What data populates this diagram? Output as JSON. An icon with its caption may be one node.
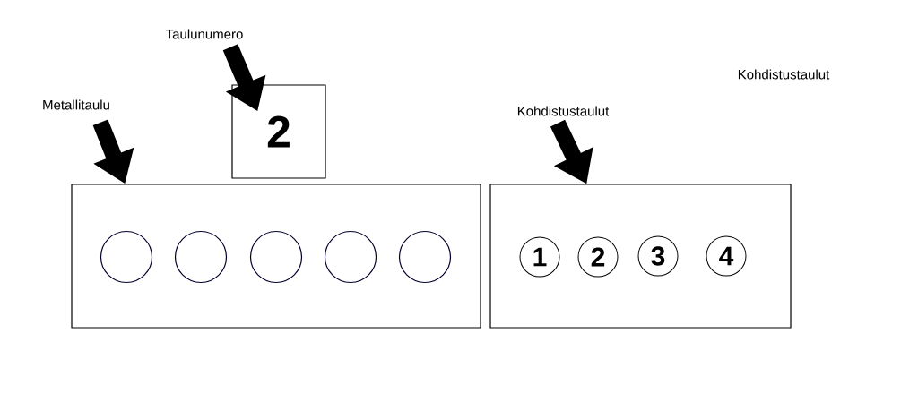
{
  "diagram": {
    "nodes": [
      {
        "text": [
          "Metallitaulu"
        ]
      },
      {
        "text": [
          "Taulunumero"
        ]
      },
      {
        "text": [
          "Kohdistustaulut"
        ]
      },
      {
        "text": [
          "2"
        ]
      },
      {
        "text": [],
        "shape": "box"
      },
      {
        "text": [],
        "shape": "circle",
        "in": 4
      },
      {
        "text": [],
        "shape": "circle",
        "in": 4
      },
      {
        "text": [],
        "shape": "circle",
        "in": 4
      },
      {
        "text": [],
        "shape": "circle",
        "in": 4
      },
      {
        "text": [],
        "shape": "circle",
        "in": 4
      },
      {
        "text": [],
        "shape": "box"
      },
      {
        "text": [
          "1"
        ],
        "in": 10
      },
      {
        "text": [
          "2"
        ],
        "in": 10
      },
      {
        "text": [
          "3"
        ],
        "in": 10
      },
      {
        "text": [
          "4"
        ],
        "in": 10
      }
    ],
    "edges": [
      {
        "from": 0,
        "to": 4,
        "arrow": "to"
      },
      {
        "from": 1,
        "to": 3,
        "arrow": "to"
      },
      {
        "from": 2,
        "to": 10,
        "arrow": "to"
      }
    ],
    "labels": [
      "Kohdistustaulut"
    ]
  }
}
